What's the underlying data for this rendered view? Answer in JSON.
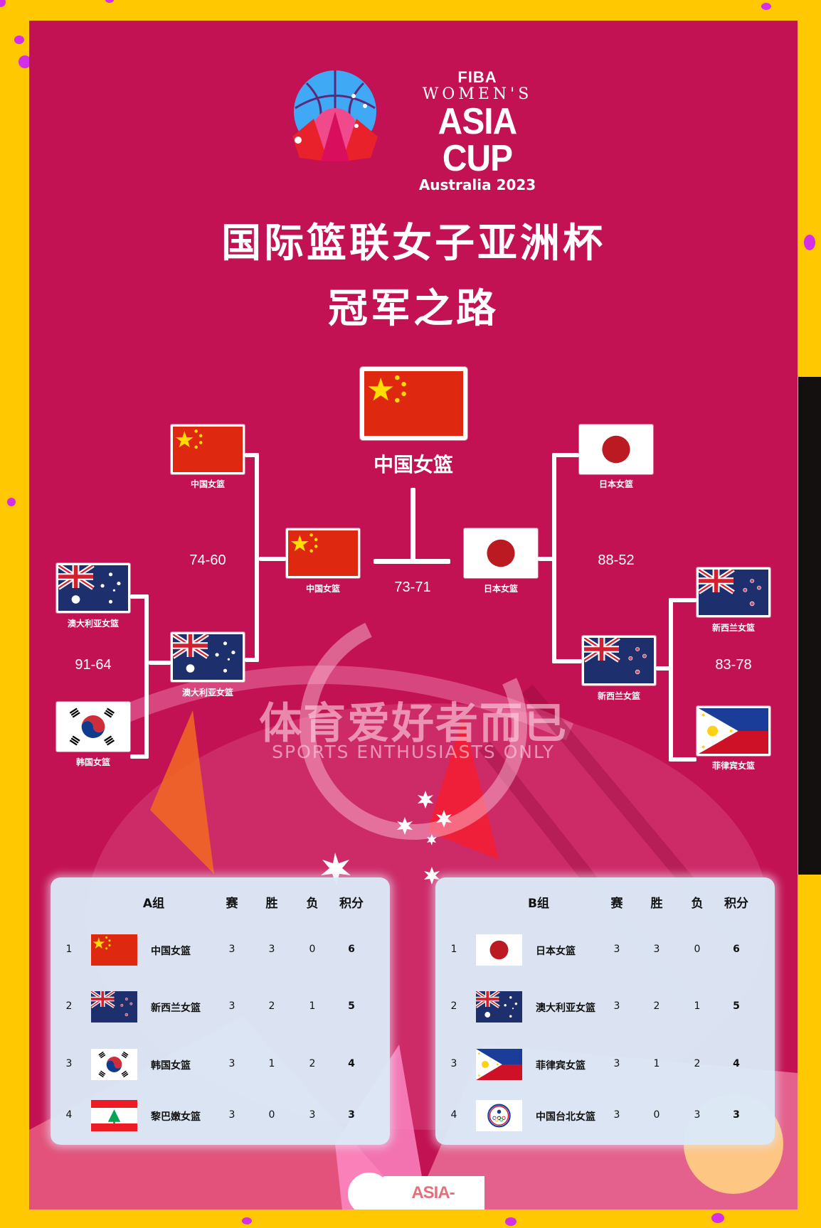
{
  "logo": {
    "fiba": "FIBA",
    "womens": "WOMEN'S",
    "asia_cup": "ASIA CUP",
    "location_year": "Australia 2023"
  },
  "title": {
    "line1": "国际篮联女子亚洲杯",
    "line2": "冠军之路"
  },
  "colors": {
    "panel": "#C21253",
    "frame": "#FFC800",
    "accent_dot": "#D42EE6",
    "table_bg": "#DBE9F7"
  },
  "bracket": {
    "champion": {
      "team": "中国女篮",
      "flag": "china-flag"
    },
    "final": {
      "score": "73-71",
      "left": {
        "team": "中国女篮",
        "flag": "china-flag"
      },
      "right": {
        "team": "日本女篮",
        "flag": "japan-flag"
      }
    },
    "semi_left": {
      "score": "74-60",
      "top": {
        "team": "中国女篮",
        "flag": "china-flag"
      },
      "bottom": {
        "team": "澳大利亚女篮",
        "flag": "australia-flag"
      }
    },
    "semi_right": {
      "score": "88-52",
      "top": {
        "team": "日本女篮",
        "flag": "japan-flag"
      },
      "bottom": {
        "team": "新西兰女篮",
        "flag": "new-zealand-flag"
      }
    },
    "qf_left": {
      "score": "91-64",
      "top": {
        "team": "澳大利亚女篮",
        "flag": "australia-flag"
      },
      "bottom": {
        "team": "韩国女篮",
        "flag": "korea-flag"
      }
    },
    "qf_right": {
      "score": "83-78",
      "top": {
        "team": "新西兰女篮",
        "flag": "new-zealand-flag"
      },
      "bottom": {
        "team": "菲律宾女篮",
        "flag": "philippines-flag"
      }
    }
  },
  "watermark": {
    "cn": "体育爱好者而已",
    "en": "SPORTS ENTHUSIASTS ONLY"
  },
  "tables": [
    {
      "group": "A组",
      "headers": [
        "赛",
        "胜",
        "负",
        "积分"
      ],
      "rows": [
        {
          "rank": "1",
          "flag": "china-flag",
          "team": "中国女篮",
          "played": "3",
          "won": "3",
          "lost": "0",
          "points": "6"
        },
        {
          "rank": "2",
          "flag": "new-zealand-flag",
          "team": "新西兰女篮",
          "played": "3",
          "won": "2",
          "lost": "1",
          "points": "5"
        },
        {
          "rank": "3",
          "flag": "korea-flag",
          "team": "韩国女篮",
          "played": "3",
          "won": "1",
          "lost": "2",
          "points": "4"
        },
        {
          "rank": "4",
          "flag": "lebanon-flag",
          "team": "黎巴嫩女篮",
          "played": "3",
          "won": "0",
          "lost": "3",
          "points": "3"
        }
      ]
    },
    {
      "group": "B组",
      "headers": [
        "赛",
        "胜",
        "负",
        "积分"
      ],
      "rows": [
        {
          "rank": "1",
          "flag": "japan-flag",
          "team": "日本女篮",
          "played": "3",
          "won": "3",
          "lost": "0",
          "points": "6"
        },
        {
          "rank": "2",
          "flag": "australia-flag",
          "team": "澳大利亚女篮",
          "played": "3",
          "won": "2",
          "lost": "1",
          "points": "5"
        },
        {
          "rank": "3",
          "flag": "philippines-flag",
          "team": "菲律宾女篮",
          "played": "3",
          "won": "1",
          "lost": "2",
          "points": "4"
        },
        {
          "rank": "4",
          "flag": "chinese-taipei-flag",
          "team": "中国台北女篮",
          "played": "3",
          "won": "0",
          "lost": "3",
          "points": "3"
        }
      ]
    }
  ],
  "footer": {
    "brand": "ASIA-BASKET"
  }
}
